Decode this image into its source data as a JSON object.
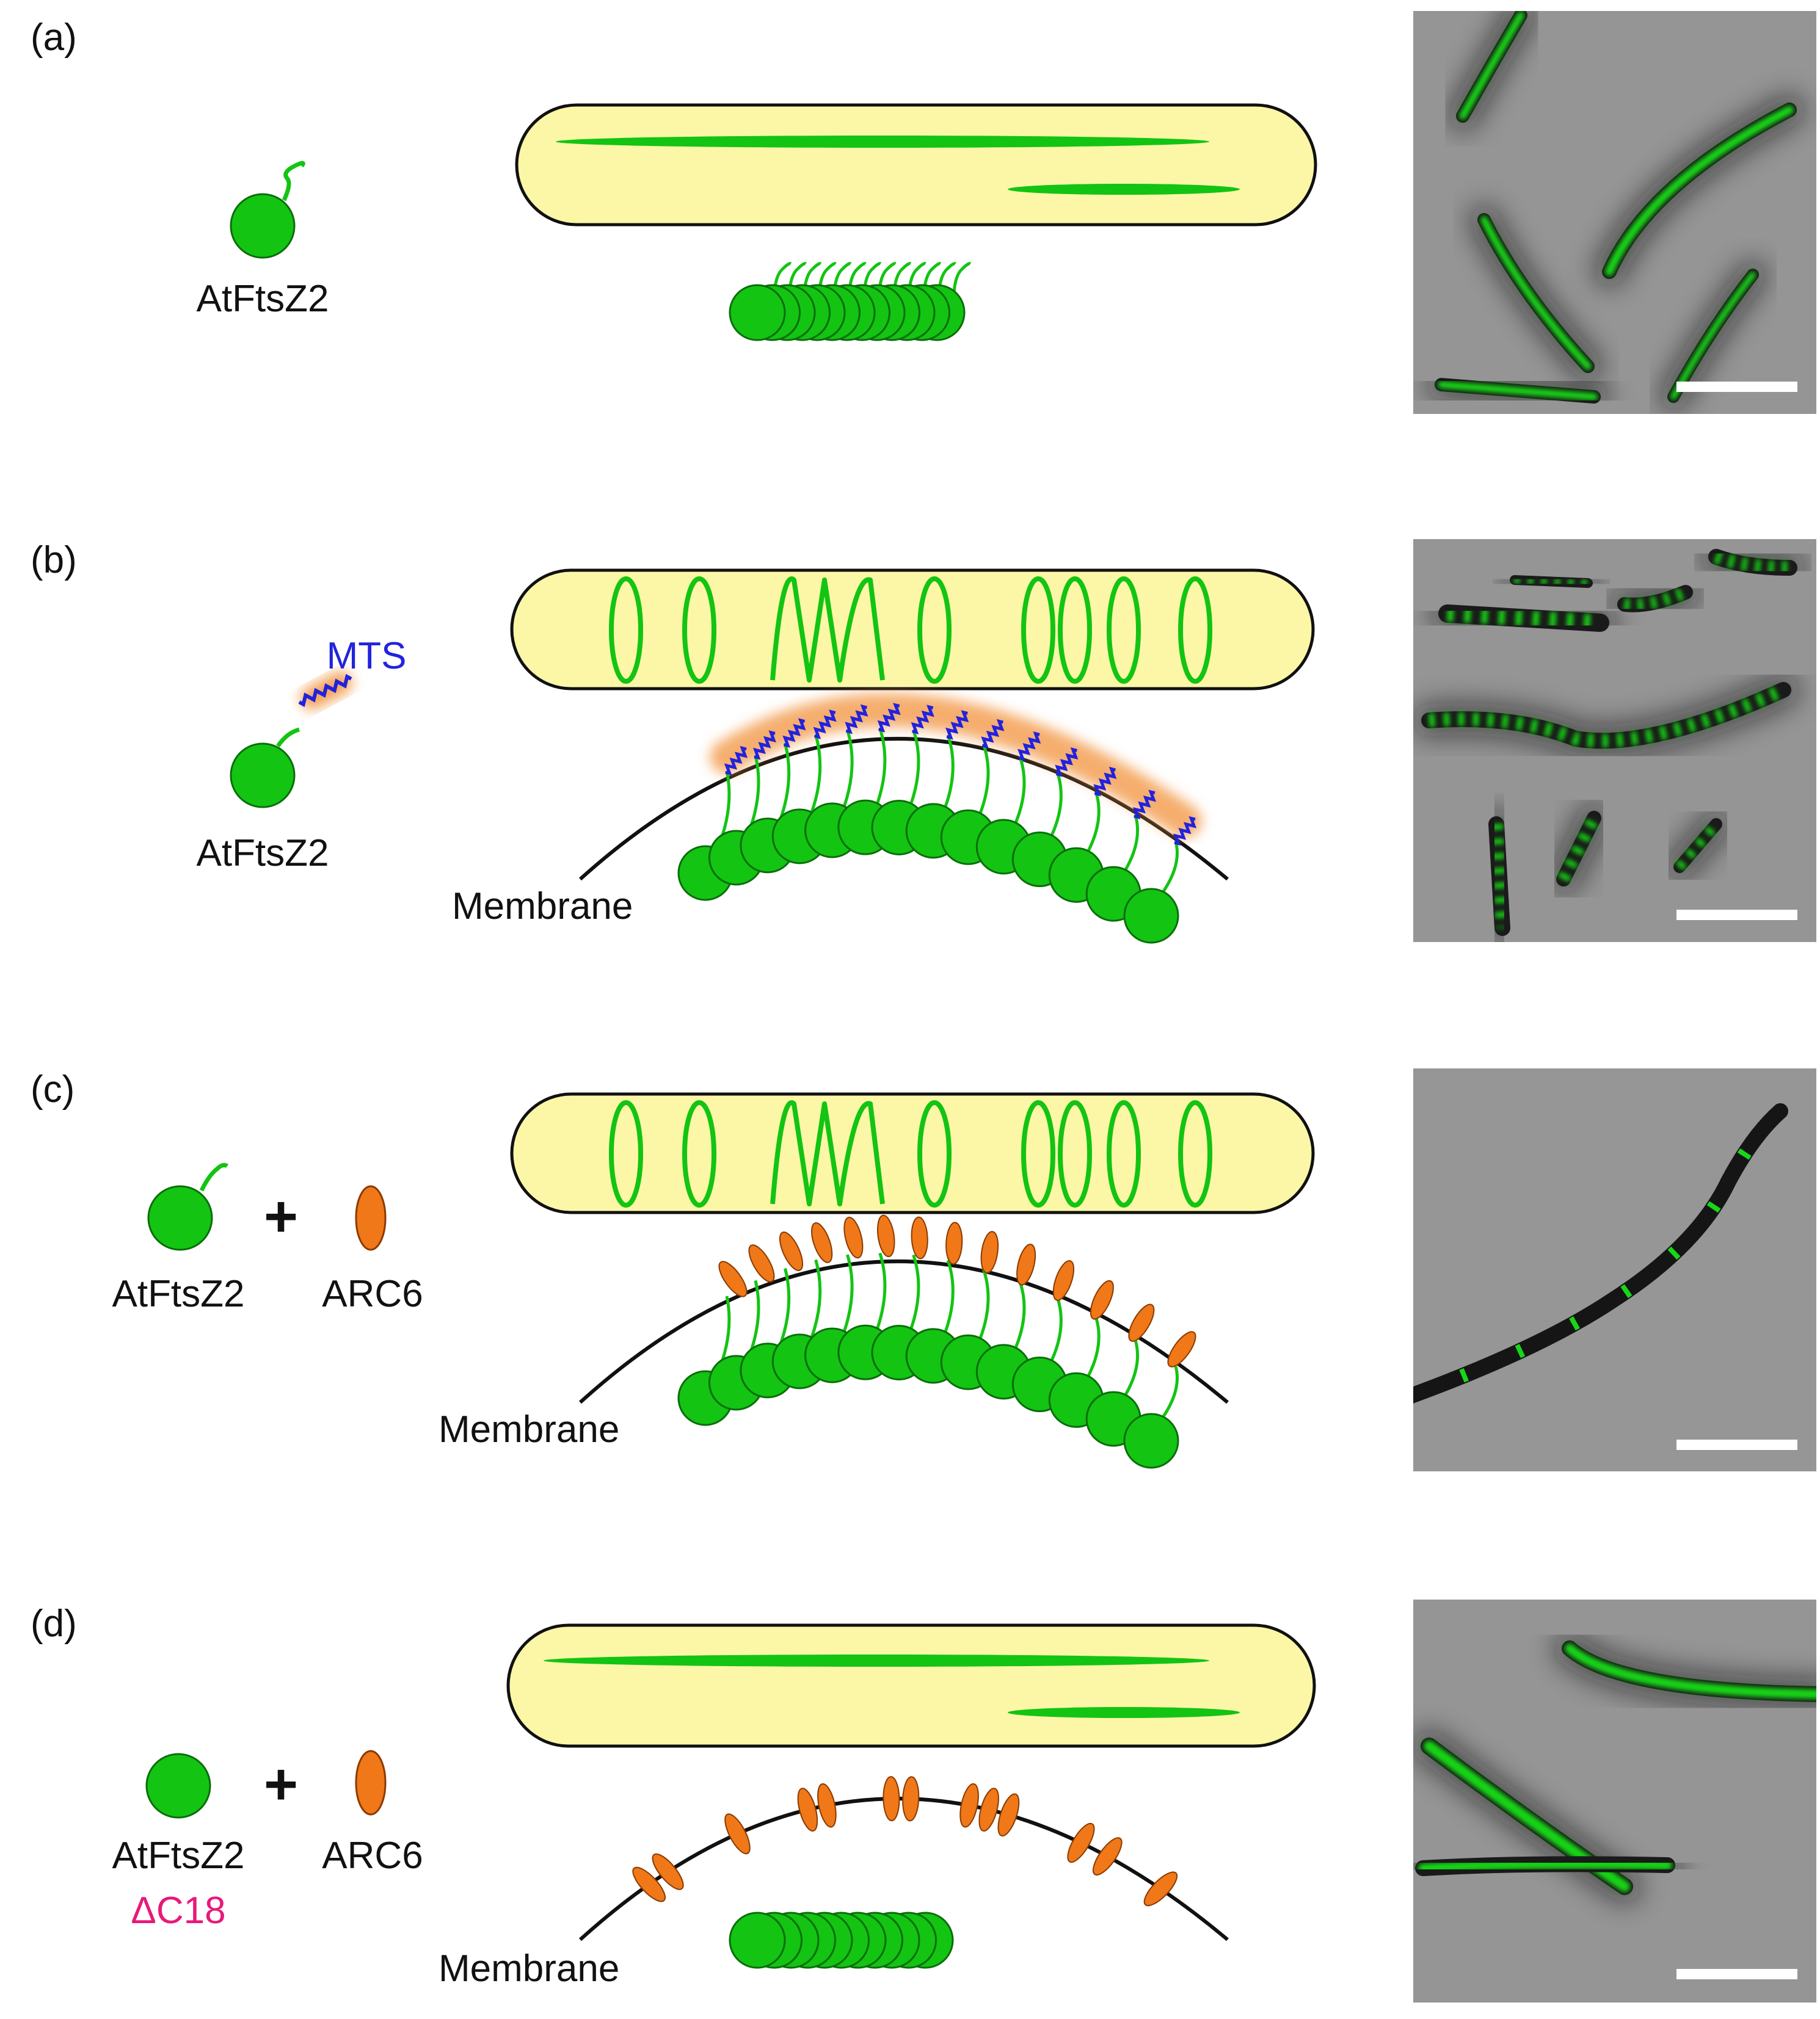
{
  "panels": [
    {
      "label": "(a)",
      "protein": "AtFtsZ2",
      "extra_label": "",
      "partner": "",
      "plus": "",
      "tag_label": "",
      "membrane_label": "",
      "cell_pattern": "filaments",
      "micrograph_pattern": "uniform green filaments along cells"
    },
    {
      "label": "(b)",
      "protein": "AtFtsZ2",
      "extra_label": "",
      "partner": "",
      "plus": "",
      "tag_label": "MTS",
      "membrane_label": "Membrane",
      "cell_pattern": "rings",
      "micrograph_pattern": "banded rings along cells"
    },
    {
      "label": "(c)",
      "protein": "AtFtsZ2",
      "extra_label": "",
      "partner": "ARC6",
      "plus": "+",
      "tag_label": "",
      "membrane_label": "Membrane",
      "cell_pattern": "rings",
      "micrograph_pattern": "periodic rings along long cell"
    },
    {
      "label": "(d)",
      "protein": "AtFtsZ2",
      "extra_label": "ΔC18",
      "partner": "ARC6",
      "plus": "+",
      "tag_label": "",
      "membrane_label": "Membrane",
      "cell_pattern": "filaments",
      "micrograph_pattern": "uniform green filaments along cells"
    }
  ],
  "colors": {
    "ftsz": "#13c413",
    "ftsz_stroke": "#0a6e0a",
    "cell_fill": "#fbf7a7",
    "cell_stroke": "#111111",
    "arc6": "#f07818",
    "mts": "#2222dd",
    "mts_glow": "#f39a4a",
    "delta_label": "#e8197a",
    "micrograph_bg": "#8c8c8c",
    "scale_bar": "#ffffff"
  },
  "icons": {
    "monomer": "ftsz-monomer-icon",
    "arc6": "arc6-ellipse-icon"
  }
}
